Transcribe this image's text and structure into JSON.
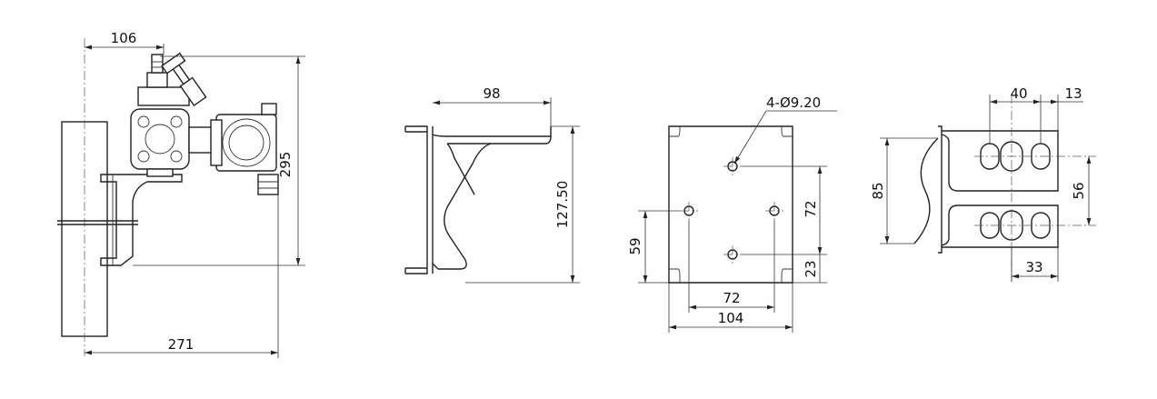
{
  "views": {
    "assembly": {
      "dim_top": "106",
      "dim_height": "295",
      "dim_bottom": "271"
    },
    "bracket_side": {
      "dim_width": "98",
      "dim_height": "127.50"
    },
    "bracket_front": {
      "hole_callout": "4-Ø9.20",
      "dim_hole_vertical": "72",
      "dim_hole_horizontal": "72",
      "dim_left": "59",
      "dim_bottom_offset": "23",
      "dim_width": "104"
    },
    "bracket_top": {
      "dim_40": "40",
      "dim_13": "13",
      "dim_85": "85",
      "dim_56": "56",
      "dim_33": "33"
    }
  },
  "colors": {
    "line": "#222222",
    "background": "#ffffff"
  }
}
